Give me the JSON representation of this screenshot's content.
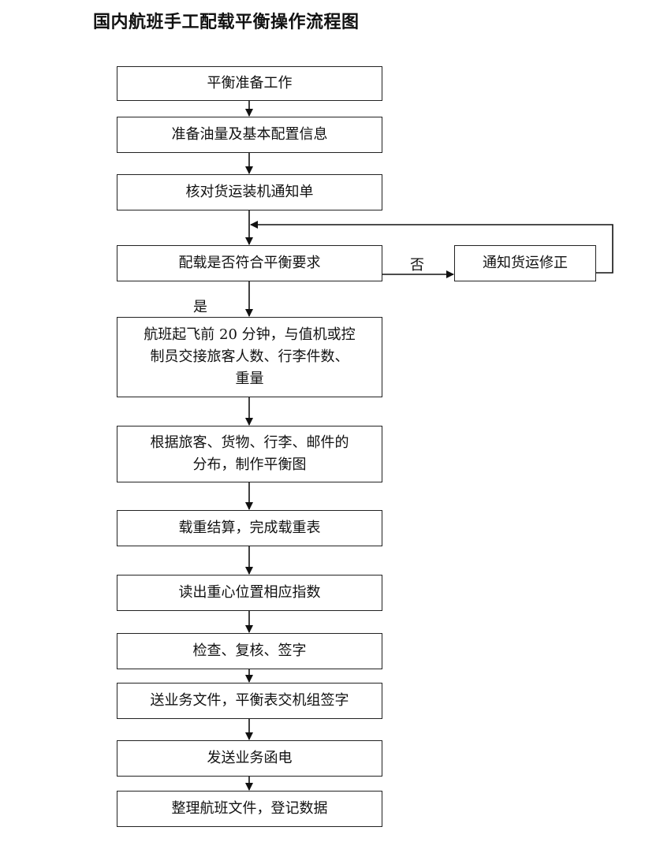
{
  "title": "国内航班手工配载平衡操作流程图",
  "steps": [
    "平衡准备工作",
    "准备油量及基本配置信息",
    "核对货运装机通知单",
    "配载是否符合平衡要求",
    "航班起飞前 20 分钟，与值机或控\n制员交接旅客人数、行李件数、\n重量",
    "根据旅客、货物、行李、邮件的\n分布，制作平衡图",
    "载重结算，完成载重表",
    "读出重心位置相应指数",
    "检查、复核、签字",
    "送业务文件，平衡表交机组签字",
    "发送业务函电",
    "整理航班文件，登记数据"
  ],
  "side_box": "通知货运修正",
  "labels": {
    "yes": "是",
    "no": "否"
  }
}
